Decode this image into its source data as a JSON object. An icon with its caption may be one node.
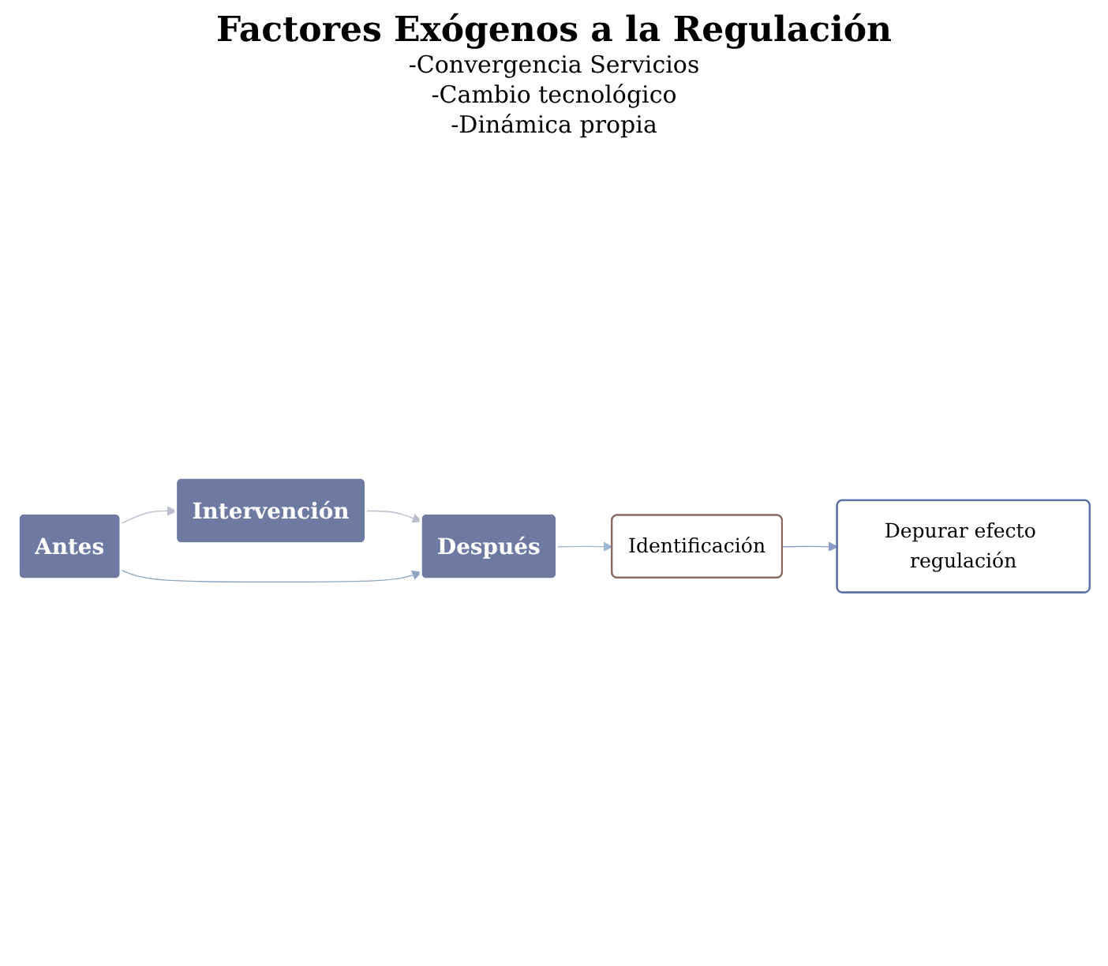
{
  "diagram": {
    "title": "Factores Exógenos a la Regulación",
    "nodes": [
      {
        "text": [
          "Antes"
        ]
      },
      {
        "text": [
          "Intervención"
        ]
      },
      {
        "text": [
          "Después"
        ]
      },
      {
        "text": [
          "Identificación"
        ]
      },
      {
        "text": [
          "Depurar efecto regulación"
        ]
      }
    ],
    "edges": [
      {
        "from": 0,
        "to": 1,
        "arrow": "to",
        "color": "#b9bdcc"
      },
      {
        "from": 1,
        "to": 2,
        "arrow": "to",
        "color": "#b9bdcc"
      },
      {
        "from": 0,
        "to": 2,
        "arrow": "to",
        "color": "#8ea5c2"
      },
      {
        "from": 2,
        "to": 3,
        "arrow": "to",
        "color": "#9fb7d3"
      },
      {
        "from": 3,
        "to": 4,
        "arrow": "to",
        "color": "#8a9ac8"
      }
    ],
    "labels": [
      "-Convergencia Servicios",
      "-Cambio tecnológico",
      "-Dinámica propia"
    ]
  }
}
